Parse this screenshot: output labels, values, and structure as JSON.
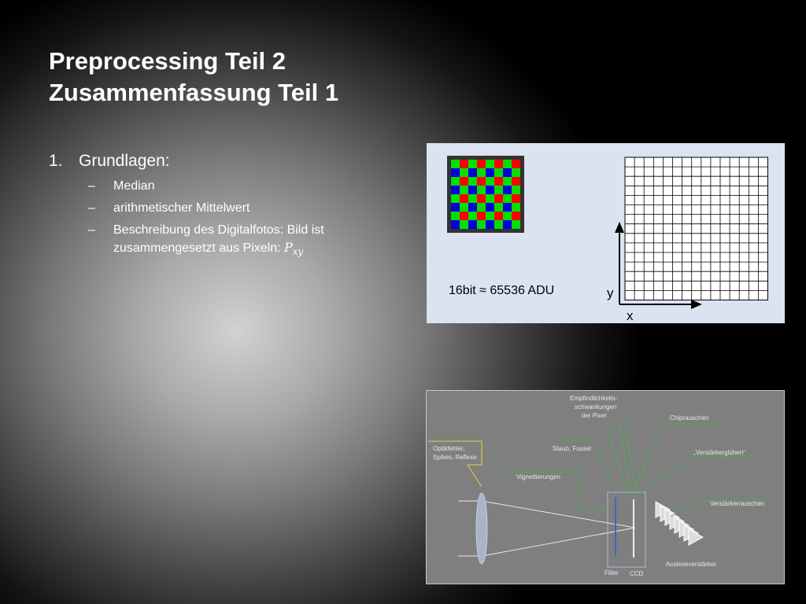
{
  "slide": {
    "title_line1": "Preprocessing Teil 2",
    "title_line2": "Zusammenfassung Teil 1"
  },
  "bullets": {
    "item1_number": "1.",
    "item1_label": "Grundlagen:",
    "subitems": [
      "Median",
      "arithmetischer Mittelwert",
      "Beschreibung des Digitalfotos: Bild ist zusammengesetzt aus Pixeln:"
    ],
    "pixel_symbol": "P",
    "pixel_subscript": "xy"
  },
  "pixel_figure": {
    "bit_depth_label": "16bit ≈ 65536 ADU",
    "y_axis_label": "y",
    "x_axis_label": "x",
    "bayer_colors": {
      "red": "#ff0000",
      "green": "#00e000",
      "blue": "#0000dd",
      "frame": "#333333"
    }
  },
  "noise_diagram": {
    "labels": {
      "optics": [
        "Optikfehler,",
        "Spikes, Reflexe"
      ],
      "sensitivity": [
        "Empfindlichkeits-",
        "schwankungen",
        "der Pixel"
      ],
      "chip_noise": "Chiprauschen",
      "dust": "Staub, Fussel",
      "amp_glow": "„Verstärkerglühen“",
      "vignetting": "Vignettierungen",
      "amp_noise": "Verstärkerrauschen",
      "filter": "Filter",
      "ccd": "CCD",
      "readout_amp": "Ausleseverstärker"
    },
    "colors": {
      "background": "#7f7f7f",
      "green_line": "#4caf50",
      "yellow_line": "#e6d23c",
      "light": "#e8e8e8"
    }
  }
}
